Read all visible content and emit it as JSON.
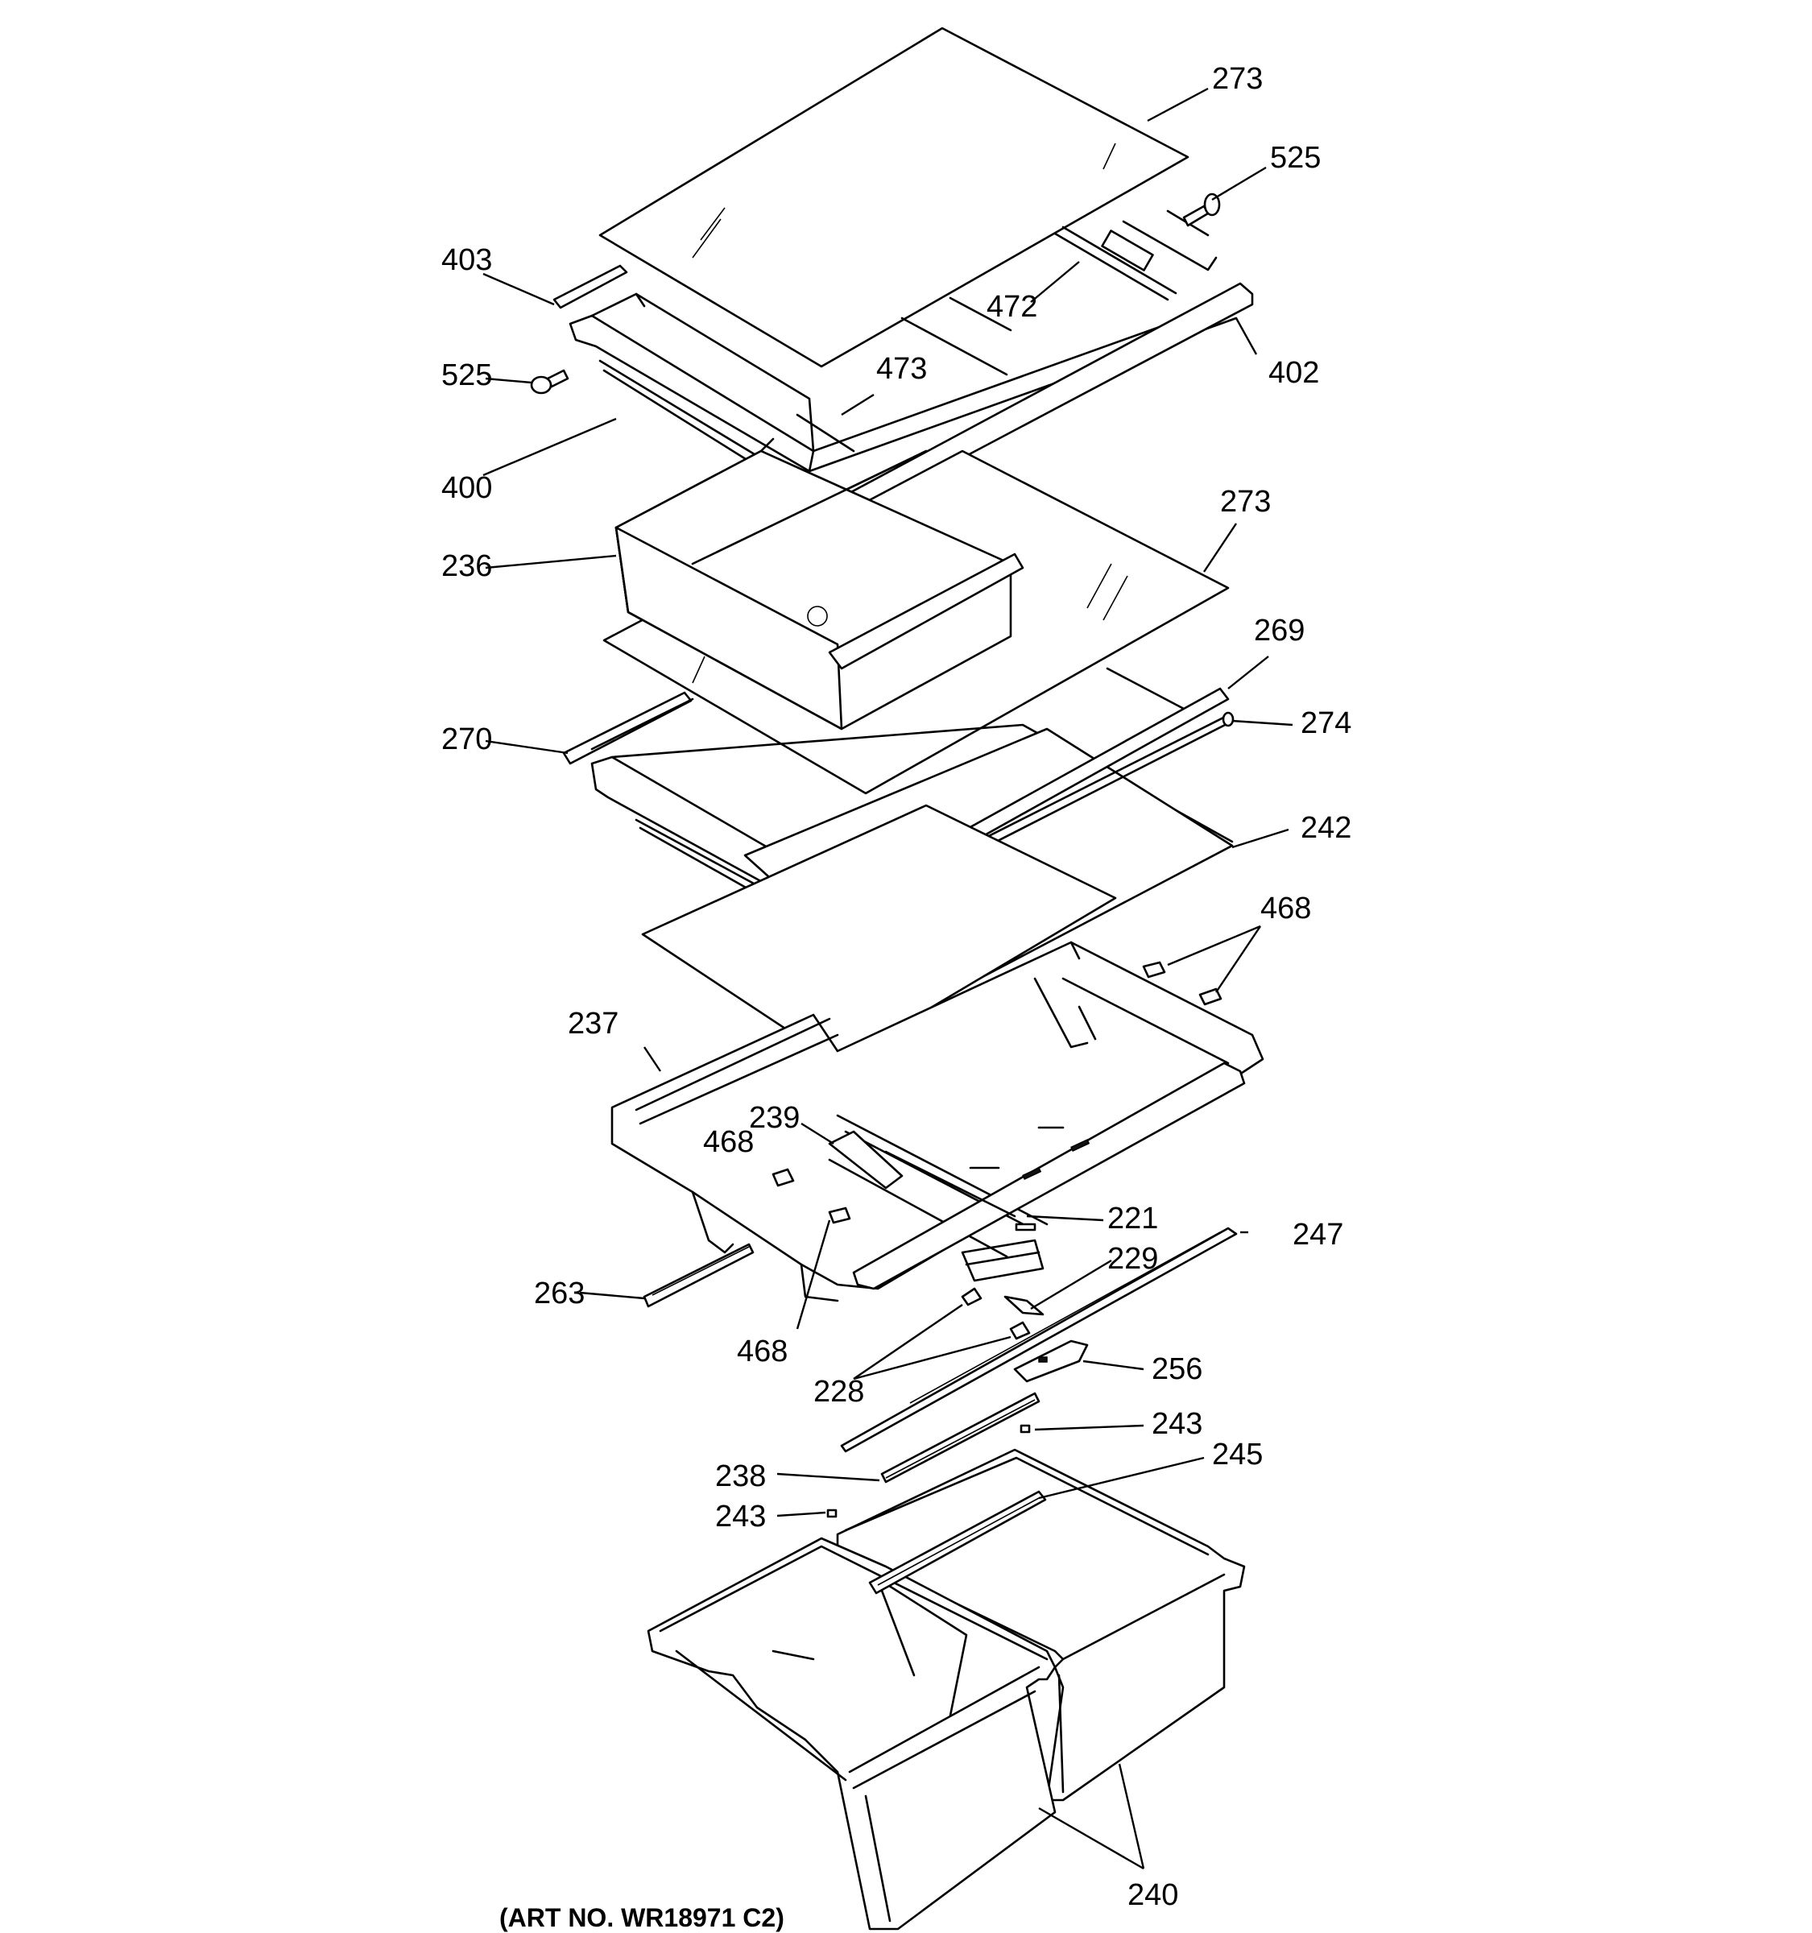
{
  "callouts": {
    "c273a": "273",
    "c525a": "525",
    "c403": "403",
    "c472": "472",
    "c402": "402",
    "c525b": "525",
    "c473": "473",
    "c400": "400",
    "c273b": "273",
    "c236": "236",
    "c269": "269",
    "c270": "270",
    "c274": "274",
    "c242": "242",
    "c468a": "468",
    "c237": "237",
    "c239": "239",
    "c468b": "468",
    "c221": "221",
    "c247": "247",
    "c229": "229",
    "c263": "263",
    "c468c": "468",
    "c228": "228",
    "c256": "256",
    "c243a": "243",
    "c238": "238",
    "c245": "245",
    "c243b": "243",
    "c240": "240"
  },
  "art_number": "(ART NO. WR18971 C2)"
}
